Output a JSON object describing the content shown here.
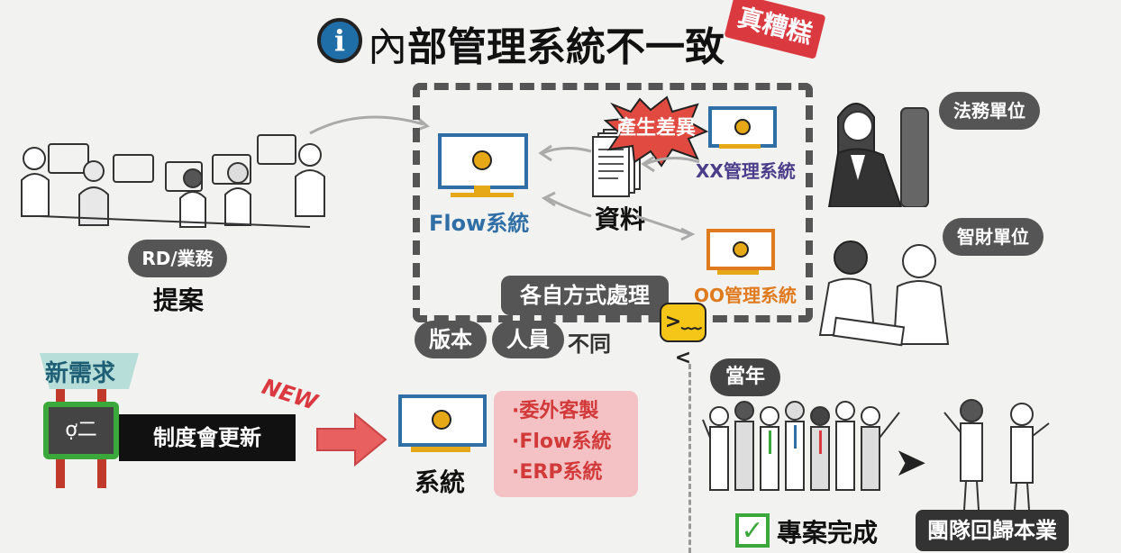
{
  "header": {
    "title_char1": "內",
    "title_rest": "部管理系統不一致",
    "stamp": "真糟糕",
    "info_icon_glyph": "i"
  },
  "left": {
    "rd_label": "RD/業務",
    "proposal_label": "提案",
    "new_req_label": "新需求",
    "system_update_label": "制度會更新",
    "new_label": "NEW"
  },
  "center": {
    "flow_label": "Flow系統",
    "data_label": "資料",
    "diff_label": "產生差異",
    "xx_label": "XX管理系統",
    "oo_label": "OO管理系統",
    "method_label": "各自方式處理",
    "version_label": "版本",
    "people_label": "人員",
    "different_label": "不同",
    "system_label": "系統"
  },
  "pink_list": [
    "·委外客製",
    "·Flow系統",
    "·ERP系統"
  ],
  "right": {
    "legal_label": "法務單位",
    "ip_label": "智財單位",
    "that_year_label": "當年",
    "project_done_label": "專案完成",
    "team_return_label": "團隊回歸本業",
    "arrow_glyph": "➤"
  },
  "colors": {
    "accent_blue": "#2f6fa6",
    "accent_orange": "#e07a1f",
    "accent_red": "#d9393f",
    "pill_gray": "#555555",
    "stand_gold": "#e6a817",
    "pink_bg": "#f4c2c5",
    "green": "#3aa83a"
  }
}
